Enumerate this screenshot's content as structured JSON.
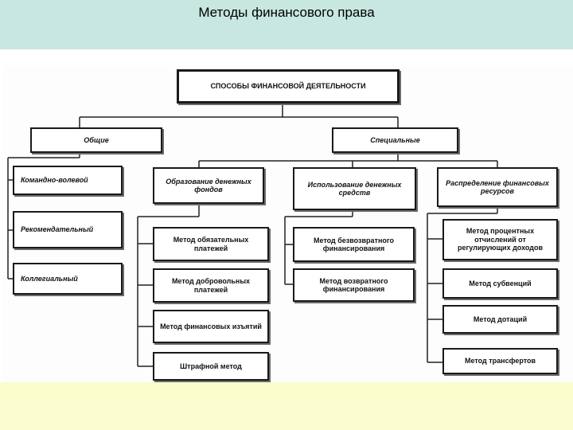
{
  "slide": {
    "title": "Методы финансового права"
  },
  "diagram": {
    "root": "СПОСОБЫ ФИНАНСОВОЙ ДЕЯТЕЛЬНОСТИ",
    "general": {
      "label": "Общие",
      "items": [
        "Командно-волевой",
        "Рекомендательный",
        "Коллегиальный"
      ]
    },
    "special": {
      "label": "Специальные",
      "groups": [
        {
          "label": "Образование денежных фондов",
          "items": [
            "Метод обязательных платежей",
            "Метод добровольных платежей",
            "Метод финансовых изъятий",
            "Штрафной метод"
          ]
        },
        {
          "label": "Использование денежных средств",
          "items": [
            "Метод безвозвратного финансирования",
            "Метод возвратного финансирования"
          ]
        },
        {
          "label": "Распределение финансовых ресурсов",
          "items": [
            "Метод процентных отчислений от регулирующих доходов",
            "Метод субвенций",
            "Метод дотаций",
            "Метод трансфертов"
          ]
        }
      ]
    }
  }
}
